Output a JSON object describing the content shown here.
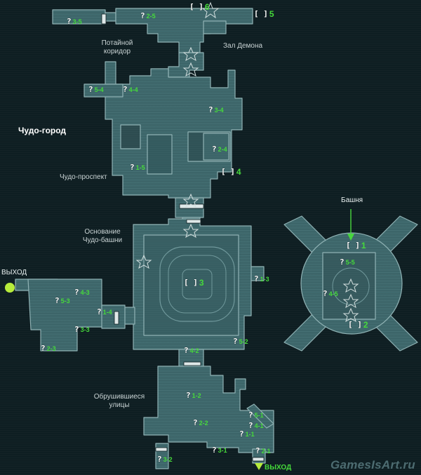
{
  "colors": {
    "background": "#0e1e22",
    "floor": "#3c6569",
    "outline": "#8fb2b4",
    "code_text": "#46d93b",
    "entrance_dot": "#b6ec3a"
  },
  "labels": {
    "secret_corridor": "Потайной\nкоридор",
    "demon_hall": "Зал Демона",
    "wonder_city": "Чудо-город",
    "wonder_avenue": "Чудо-проспект",
    "tower": "Башня",
    "tower_base": "Основание\nЧудо-башни",
    "exit_left": "ВЫХОД",
    "collapsed_streets": "Обрушившиеся\nулицы",
    "exit_bottom": "ВЫХОД"
  },
  "riddles": [
    {
      "id": "r35",
      "code": "3-5"
    },
    {
      "id": "r25",
      "code": "2-5"
    },
    {
      "id": "r54",
      "code": "5-4"
    },
    {
      "id": "r44",
      "code": "4-4"
    },
    {
      "id": "r34",
      "code": "3-4"
    },
    {
      "id": "r24",
      "code": "2-4"
    },
    {
      "id": "r15",
      "code": "1-5"
    },
    {
      "id": "r13",
      "code": "1-3"
    },
    {
      "id": "r43",
      "code": "4-3"
    },
    {
      "id": "r53",
      "code": "5-3"
    },
    {
      "id": "r14",
      "code": "1-4"
    },
    {
      "id": "r33",
      "code": "3-3"
    },
    {
      "id": "r23",
      "code": "2-3"
    },
    {
      "id": "r52",
      "code": "5-2"
    },
    {
      "id": "r42",
      "code": "4-2"
    },
    {
      "id": "r55",
      "code": "5-5"
    },
    {
      "id": "r45",
      "code": "4-5"
    },
    {
      "id": "r12",
      "code": "1-2"
    },
    {
      "id": "r22",
      "code": "2-2"
    },
    {
      "id": "r51",
      "code": "5-1"
    },
    {
      "id": "r41",
      "code": "4-1"
    },
    {
      "id": "r11",
      "code": "1-1"
    },
    {
      "id": "r31",
      "code": "3-1"
    },
    {
      "id": "r21",
      "code": "2-1"
    },
    {
      "id": "r32",
      "code": "3-2"
    }
  ],
  "trophies": [
    {
      "id": "t6",
      "code": "6"
    },
    {
      "id": "t5",
      "code": "5"
    },
    {
      "id": "t4",
      "code": "4"
    },
    {
      "id": "t3",
      "code": "3"
    },
    {
      "id": "t1",
      "code": "1"
    },
    {
      "id": "t2",
      "code": "2"
    }
  ],
  "riddle_glyph": "?",
  "trophy_glyph": "[ ]",
  "watermark": "GamesIsArt.ru"
}
